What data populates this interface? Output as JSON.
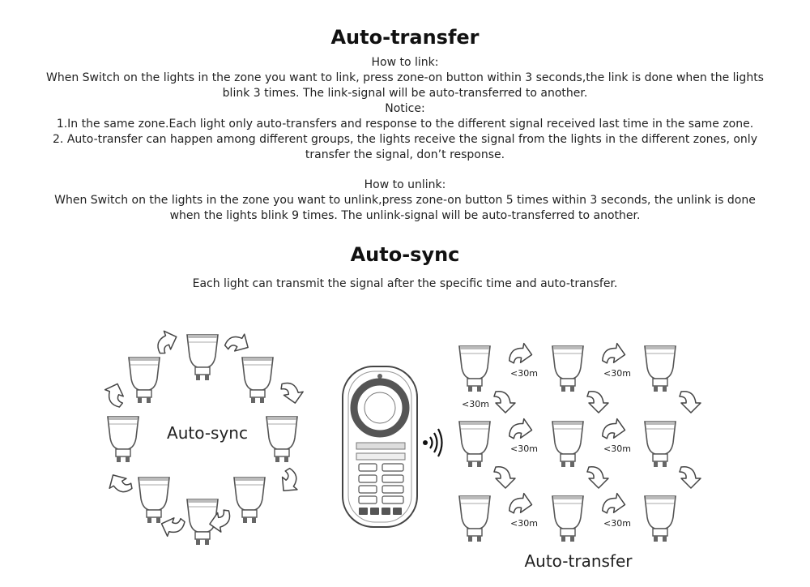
{
  "transfer": {
    "title": "Auto-transfer",
    "link_heading": "How to link:",
    "link_line1": "When Switch on the lights in the zone you want to link, press zone-on button within 3 seconds,the link is done when the lights",
    "link_line2": "blink 3 times. The link-signal will be auto-transferred to another.",
    "notice_heading": "Notice:",
    "notice1": "1.In the same zone.Each light only auto-transfers and response to the different signal received last time in the same zone.",
    "notice2_line1": "2. Auto-transfer can happen among different groups, the lights receive the signal from the lights in the different zones, only",
    "notice2_line2": "transfer the signal, don’t response.",
    "unlink_heading": "How to unlink:",
    "unlink_line1": "When Switch on the lights in the zone you want to unlink,press zone-on button 5 times within 3 seconds, the unlink is done",
    "unlink_line2": "when the lights blink 9 times. The unlink-signal will be auto-transferred to another."
  },
  "sync": {
    "title": "Auto-sync",
    "description": "Each light can transmit the signal after the specific time and auto-transfer."
  },
  "diagram": {
    "circle_label": "Auto-sync",
    "grid_label": "Auto-transfer",
    "distance_label": "<30m",
    "icons": [
      "gu10-bulb-icon",
      "curved-arrow-icon",
      "remote-control-icon",
      "signal-waves-icon"
    ]
  }
}
